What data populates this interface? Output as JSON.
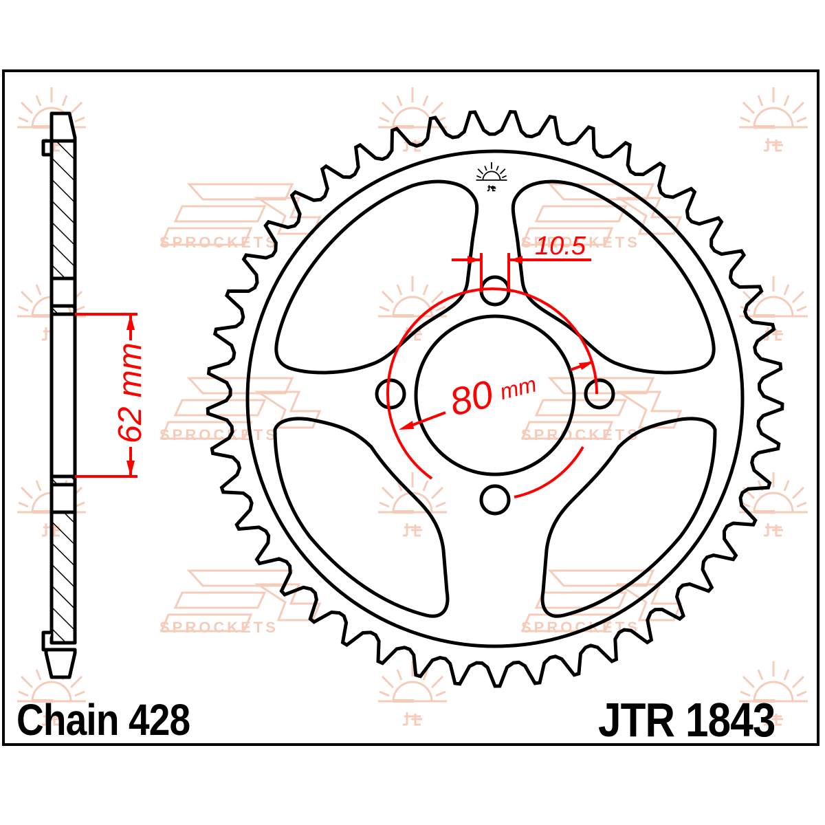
{
  "document": {
    "type": "technical-drawing",
    "subject": "rear sprocket"
  },
  "labels": {
    "chain": "Chain 428",
    "part_number": "JTR 1843"
  },
  "dimensions": {
    "bore_offset": {
      "value": "62",
      "unit": "mm",
      "text": "62 mm"
    },
    "pcd": {
      "value": "80",
      "unit": "mm",
      "number_text": "80",
      "unit_text": "mm"
    },
    "bolt_hole": {
      "value": "10.5",
      "text": "10.5"
    }
  },
  "sprocket": {
    "teeth_count_visual": 45,
    "bolt_holes": 4,
    "spokes": 4
  },
  "watermark": {
    "brand_text": "SPROCKETS",
    "logo": "jt-sprockets-logo",
    "sun_icon": "sun-logo-icon",
    "color": "#f4c3ad"
  },
  "colors": {
    "line": "#000000",
    "dimension": "#ff0000",
    "watermark": "#f4c3ad",
    "background": "#ffffff"
  }
}
